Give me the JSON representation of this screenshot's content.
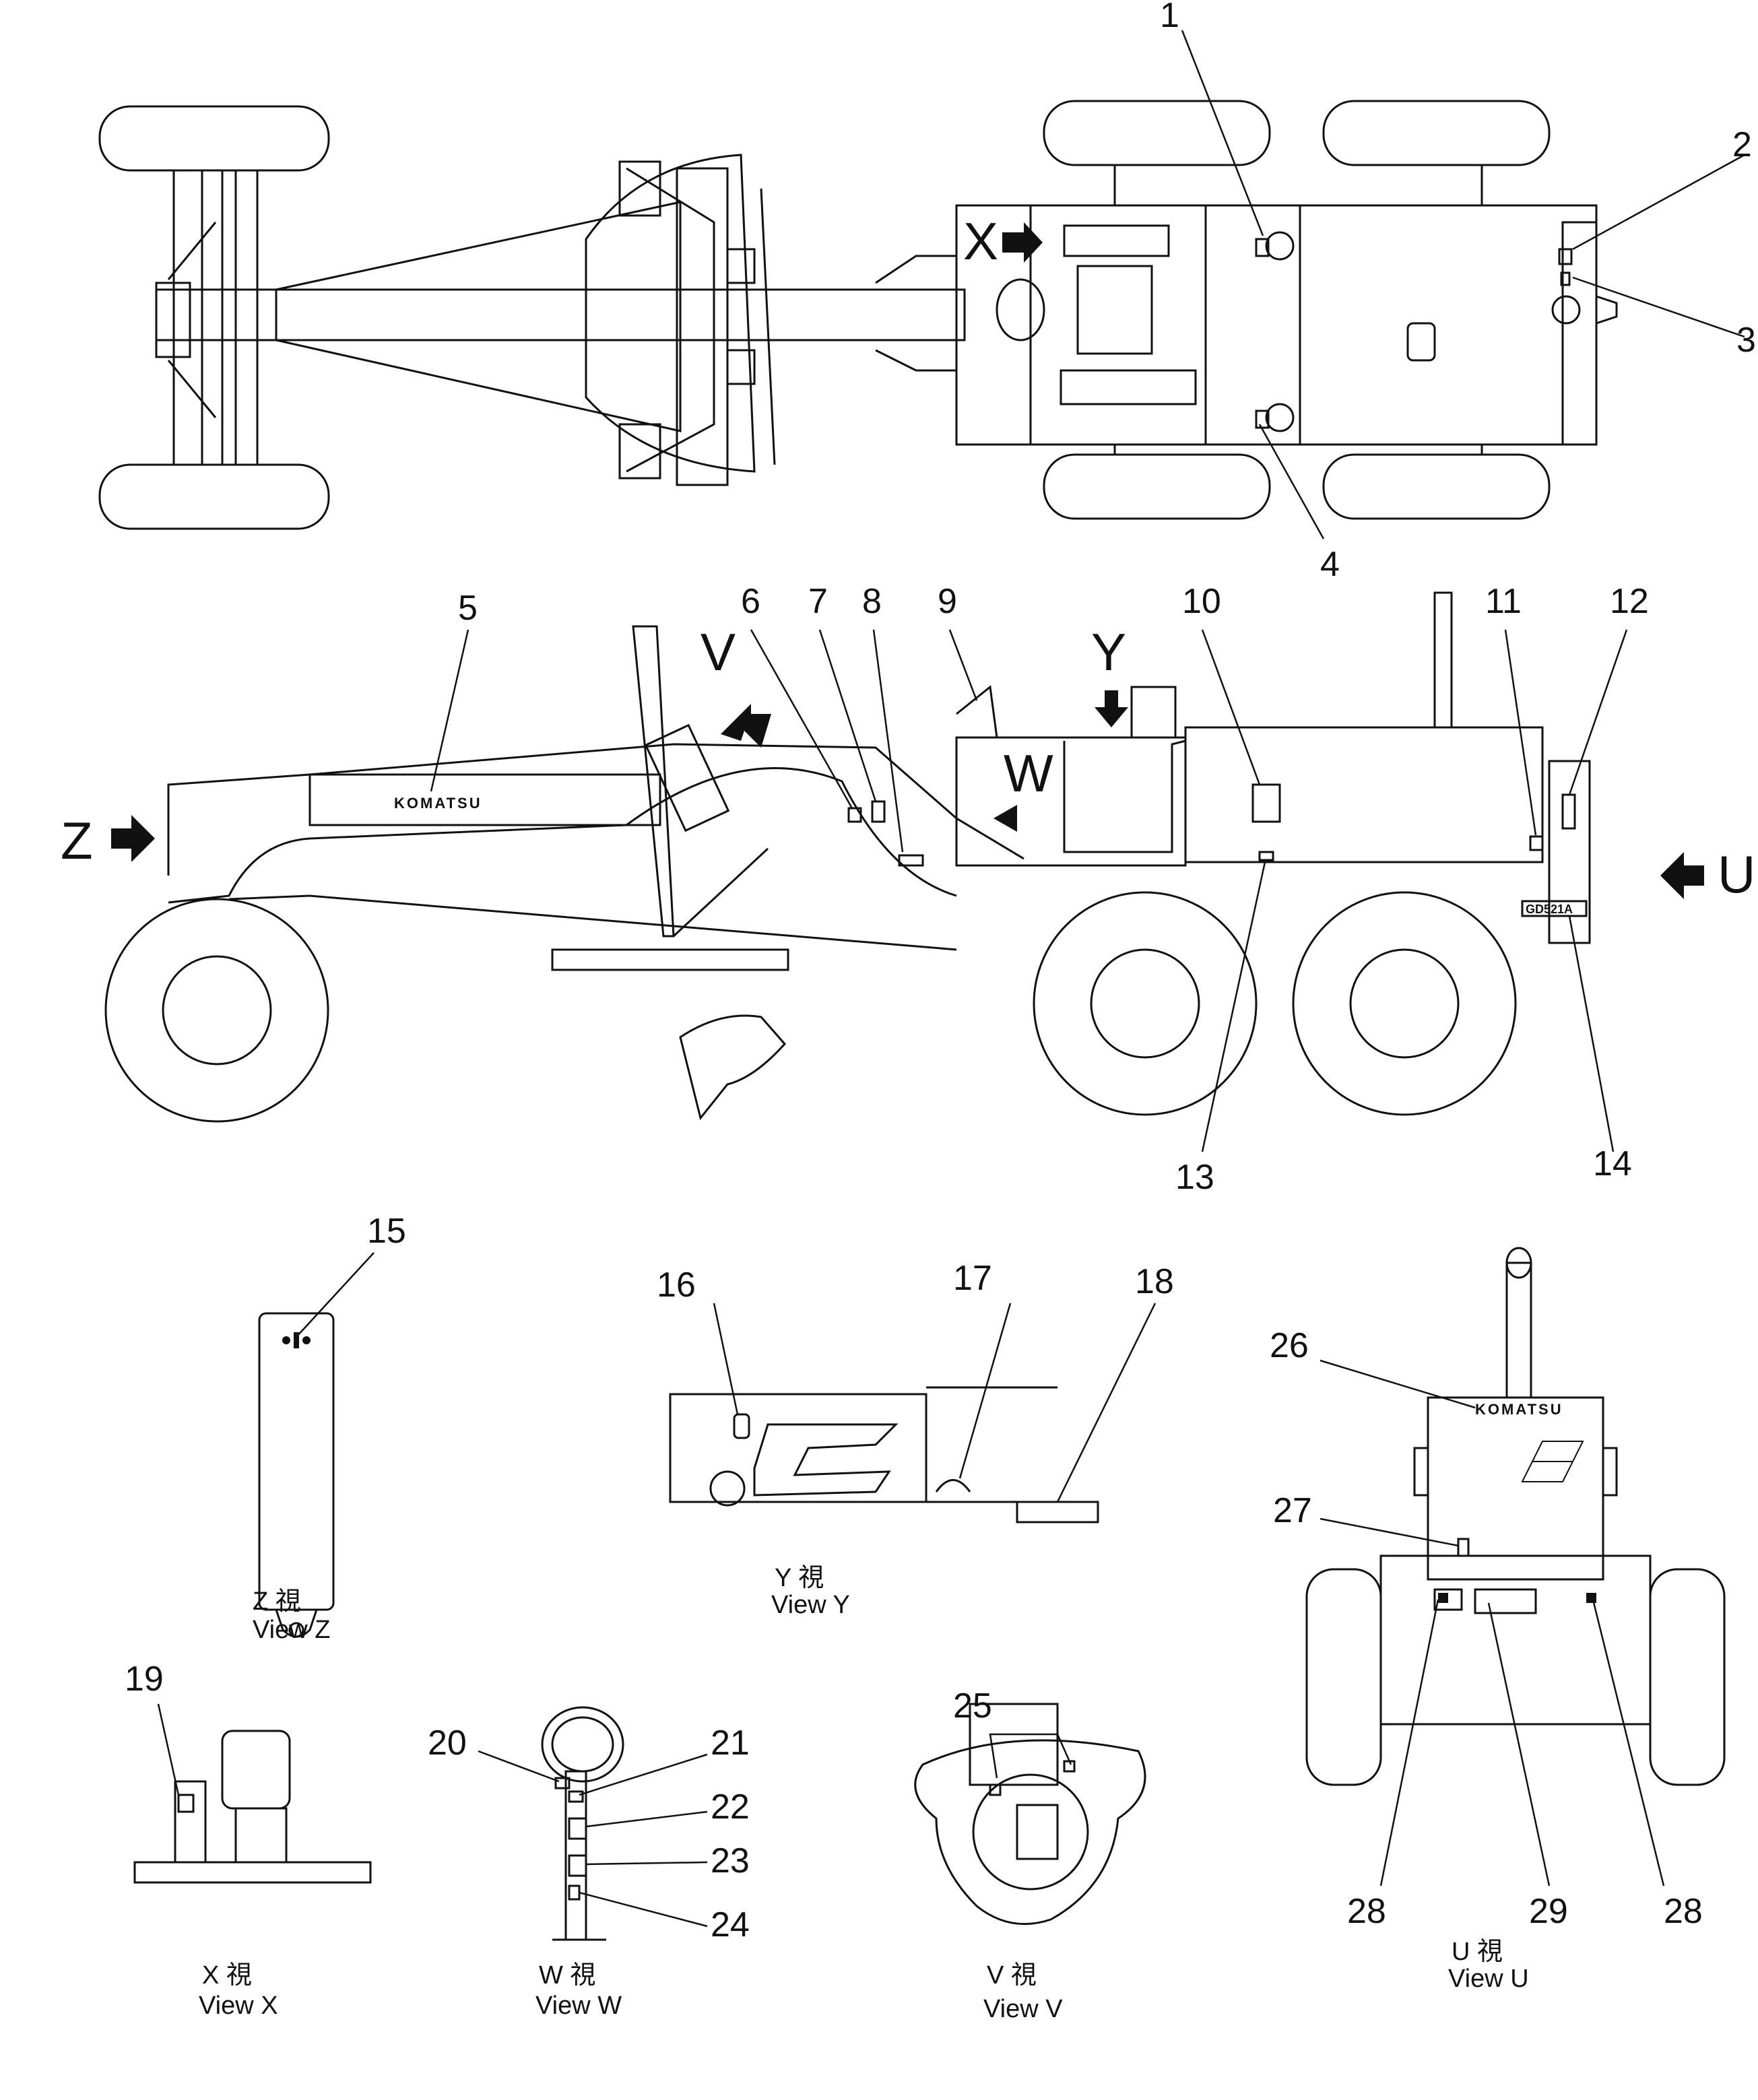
{
  "callouts": [
    "1",
    "2",
    "3",
    "4",
    "5",
    "6",
    "7",
    "8",
    "9",
    "10",
    "11",
    "12",
    "13",
    "14",
    "15",
    "16",
    "17",
    "18",
    "19",
    "20",
    "21",
    "22",
    "23",
    "24",
    "25",
    "26",
    "27",
    "28",
    "29",
    "28"
  ],
  "view_arrows": {
    "x": "X",
    "y": "Y",
    "w": "W",
    "v": "V",
    "z": "Z",
    "u": "U"
  },
  "brand_text": "KOMATSU",
  "model_plate": "GD521A",
  "views": {
    "z": {
      "caption_top": "Z 視",
      "caption": "View Z"
    },
    "y": {
      "caption_top": "Y 視",
      "caption": "View Y"
    },
    "x": {
      "caption_top": "X 視",
      "caption": "View X"
    },
    "w": {
      "caption_top": "W 視",
      "caption": "View W"
    },
    "v": {
      "caption_top": "V 視",
      "caption": "View V"
    },
    "u": {
      "caption_top": "U 視",
      "caption": "View U"
    }
  }
}
